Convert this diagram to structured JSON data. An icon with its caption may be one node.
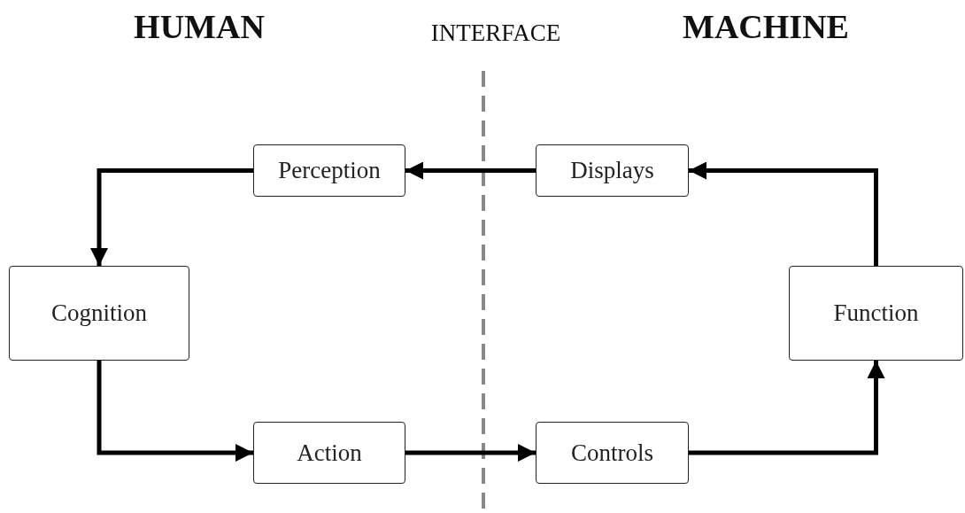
{
  "diagram": {
    "nodes": [
      {
        "text": [
          "Perception"
        ]
      },
      {
        "text": [
          "Displays"
        ]
      },
      {
        "text": [
          "Cognition"
        ]
      },
      {
        "text": [
          "Function"
        ]
      },
      {
        "text": [
          "Action"
        ]
      },
      {
        "text": [
          "Controls"
        ]
      }
    ],
    "edges": [
      {
        "from": 1,
        "to": 0,
        "arrow": "to"
      },
      {
        "from": 3,
        "to": 1,
        "arrow": "to"
      },
      {
        "from": 0,
        "to": 2,
        "arrow": "to"
      },
      {
        "from": 2,
        "to": 4,
        "arrow": "to"
      },
      {
        "from": 4,
        "to": 5,
        "arrow": "to"
      },
      {
        "from": 5,
        "to": 3,
        "arrow": "to"
      }
    ],
    "labels": [
      "HUMAN",
      "INTERFACE",
      "MACHINE"
    ]
  }
}
